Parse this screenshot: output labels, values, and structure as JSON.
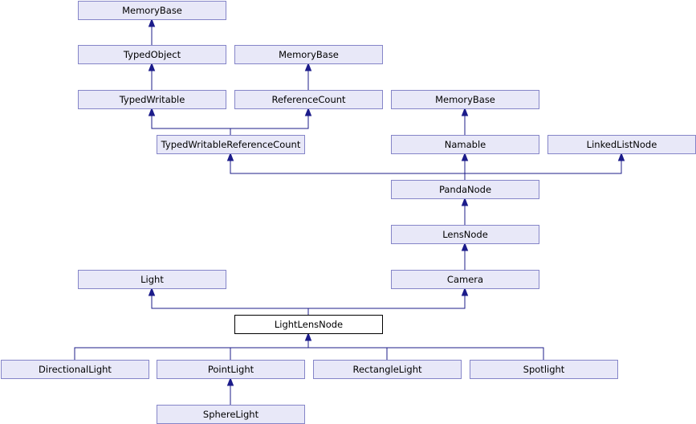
{
  "diagram": {
    "current_class": "LightLensNode",
    "nodes": [
      {
        "id": "mb1",
        "label": "MemoryBase"
      },
      {
        "id": "typedobject",
        "label": "TypedObject"
      },
      {
        "id": "mb2",
        "label": "MemoryBase"
      },
      {
        "id": "typedwritable",
        "label": "TypedWritable"
      },
      {
        "id": "referencecount",
        "label": "ReferenceCount"
      },
      {
        "id": "mb3",
        "label": "MemoryBase"
      },
      {
        "id": "twrc",
        "label": "TypedWritableReferenceCount"
      },
      {
        "id": "namable",
        "label": "Namable"
      },
      {
        "id": "linkedlistnode",
        "label": "LinkedListNode"
      },
      {
        "id": "pandanode",
        "label": "PandaNode"
      },
      {
        "id": "lensnode",
        "label": "LensNode"
      },
      {
        "id": "light",
        "label": "Light"
      },
      {
        "id": "camera",
        "label": "Camera"
      },
      {
        "id": "lightlensnode",
        "label": "LightLensNode"
      },
      {
        "id": "directionallight",
        "label": "DirectionalLight"
      },
      {
        "id": "pointlight",
        "label": "PointLight"
      },
      {
        "id": "rectanglelight",
        "label": "RectangleLight"
      },
      {
        "id": "spotlight",
        "label": "Spotlight"
      },
      {
        "id": "spherelight",
        "label": "SphereLight"
      }
    ],
    "edges": [
      {
        "child": "typedobject",
        "parent": "mb1"
      },
      {
        "child": "typedwritable",
        "parent": "typedobject"
      },
      {
        "child": "referencecount",
        "parent": "mb2"
      },
      {
        "child": "twrc",
        "parent": "typedwritable"
      },
      {
        "child": "twrc",
        "parent": "referencecount"
      },
      {
        "child": "namable",
        "parent": "mb3"
      },
      {
        "child": "pandanode",
        "parent": "twrc"
      },
      {
        "child": "pandanode",
        "parent": "namable"
      },
      {
        "child": "pandanode",
        "parent": "linkedlistnode"
      },
      {
        "child": "lensnode",
        "parent": "pandanode"
      },
      {
        "child": "camera",
        "parent": "lensnode"
      },
      {
        "child": "lightlensnode",
        "parent": "light"
      },
      {
        "child": "lightlensnode",
        "parent": "camera"
      },
      {
        "child": "directionallight",
        "parent": "lightlensnode"
      },
      {
        "child": "pointlight",
        "parent": "lightlensnode"
      },
      {
        "child": "rectanglelight",
        "parent": "lightlensnode"
      },
      {
        "child": "spotlight",
        "parent": "lightlensnode"
      },
      {
        "child": "spherelight",
        "parent": "pointlight"
      }
    ]
  },
  "colors": {
    "node_fill": "#e8e8f8",
    "node_border": "#8585c8",
    "current_fill": "#ffffff",
    "current_border": "#000000",
    "edge": "#1c1c8a"
  }
}
